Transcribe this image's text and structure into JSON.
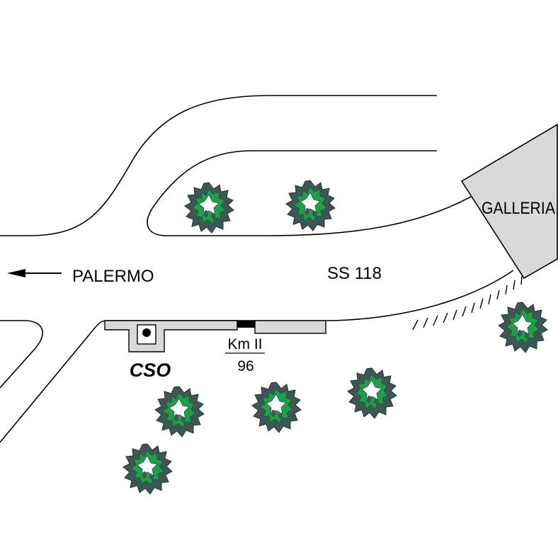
{
  "map": {
    "direction_label": "PALERMO",
    "road_label": "SS 118",
    "tunnel_label": "GALLERIA",
    "km_label": "Km II",
    "km_value": "96",
    "station_label": "CSO",
    "colors": {
      "line": "#000000",
      "gray_fill": "#d9d9d9",
      "tree_dark": "#3e5656",
      "tree_green": "#1e9f4a",
      "background": "#ffffff"
    },
    "icons": {
      "direction": "arrow-left-icon",
      "tree": "tree-icon",
      "station": "station-marker-icon"
    }
  }
}
